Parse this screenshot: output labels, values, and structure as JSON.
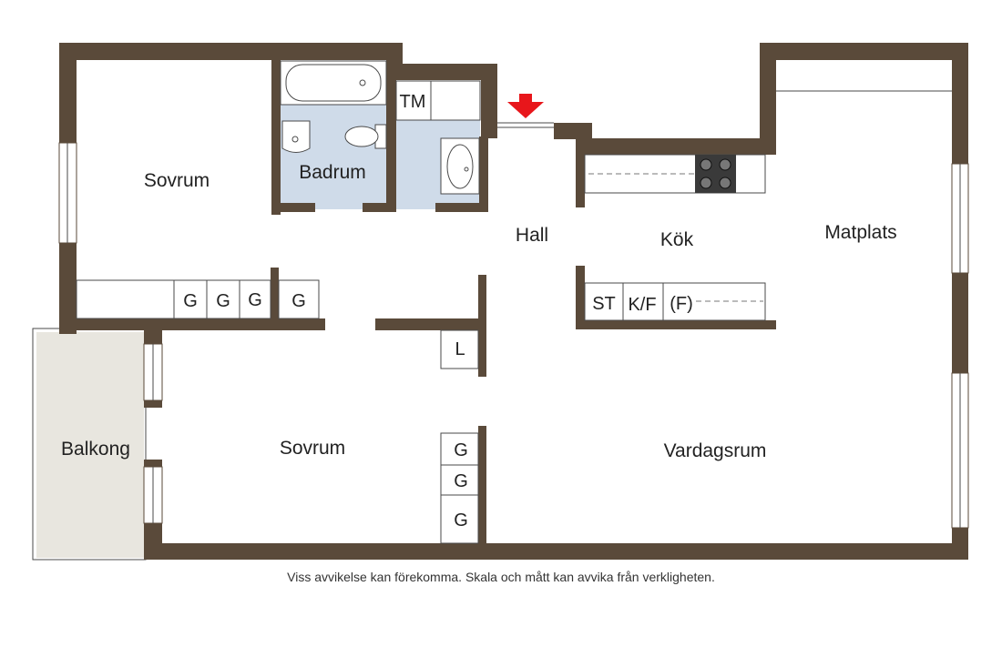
{
  "rooms": {
    "sovrum_top": "Sovrum",
    "badrum": "Badrum",
    "hall": "Hall",
    "kok": "Kök",
    "matplats": "Matplats",
    "balkong": "Balkong",
    "sovrum_bottom": "Sovrum",
    "vardagsrum": "Vardagsrum"
  },
  "fixtures": {
    "tm": "TM",
    "g": "G",
    "l": "L",
    "st": "ST",
    "kf": "K/F",
    "f": "(F)"
  },
  "disclaimer": "Viss avvikelse kan förekomma. Skala och mått kan avvika från verkligheten.",
  "colors": {
    "wall": "#5a4a3a",
    "wet_area": "#cfdbe9",
    "balcony": "#e8e6df",
    "entrance_arrow": "#e8161b"
  }
}
